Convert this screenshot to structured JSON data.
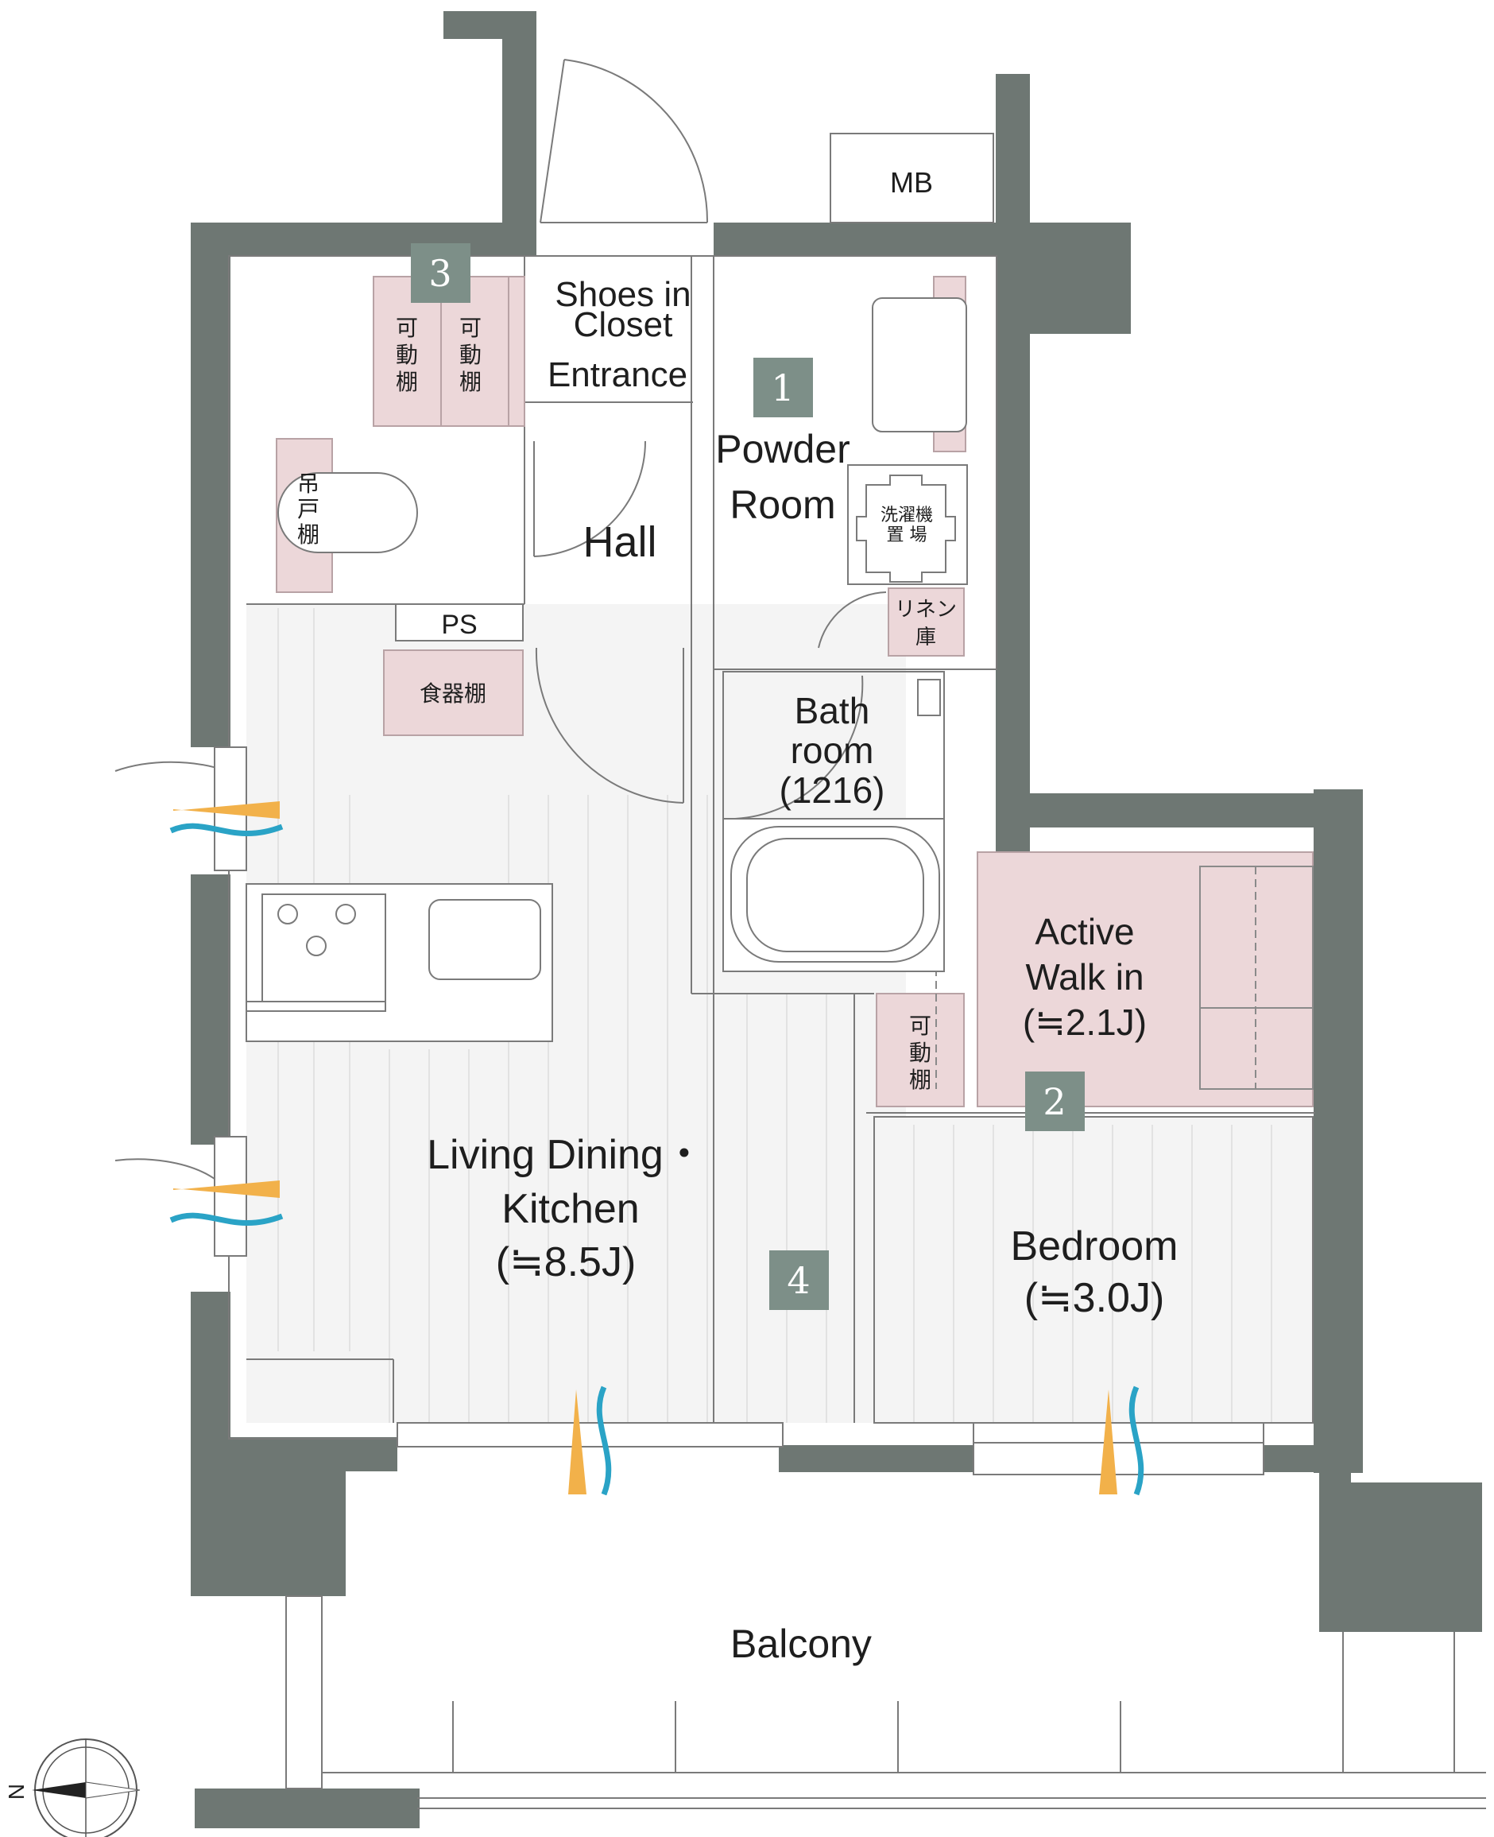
{
  "colors": {
    "wall": "#6e7773",
    "storage": "#ecd7d9",
    "floor": "#f4f4f4",
    "badge": "#7d8f88",
    "vent_orange": "#f2b14a",
    "vent_blue": "#2aa3c6",
    "line": "#4a4a4a"
  },
  "rooms": {
    "entrance": "Entrance",
    "shoes_closet_line1": "Shoes in",
    "shoes_closet_line2": "Closet",
    "hall": "Hall",
    "powder_line1": "Powder",
    "powder_line2": "Room",
    "bath_line1": "Bath",
    "bath_line2": "room",
    "bath_size": "(1216)",
    "ldk_line1": "Living Dining・",
    "ldk_line2": "Kitchen",
    "ldk_size": "(≒8.5J)",
    "walkin_line1": "Active",
    "walkin_line2": "Walk in",
    "walkin_size": "(≒2.1J)",
    "bedroom": "Bedroom",
    "bedroom_size": "(≒3.0J)",
    "balcony": "Balcony",
    "mb": "MB",
    "ps": "PS"
  },
  "storage_labels": {
    "shelf_chars": [
      "可",
      "動",
      "棚"
    ],
    "hanging_chars": [
      "吊",
      "戸",
      "棚"
    ],
    "dish_cabinet": "食器棚",
    "washer_line1": "洗濯機",
    "washer_line2": "置 場",
    "linen_line1": "リネン",
    "linen_line2": "庫"
  },
  "badges": [
    "1",
    "2",
    "3",
    "4"
  ],
  "compass": {
    "north": "N"
  }
}
